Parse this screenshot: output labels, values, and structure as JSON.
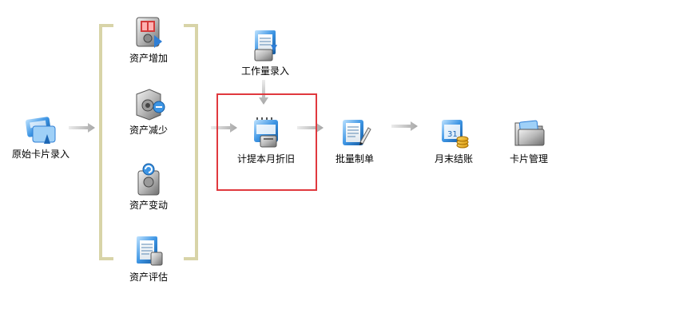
{
  "nodes": {
    "card_entry": {
      "label": "原始卡片录入",
      "icon": "card-upload-icon"
    },
    "asset_add": {
      "label": "资产增加",
      "icon": "safe-add-icon"
    },
    "asset_reduce": {
      "label": "资产减少",
      "icon": "safe-remove-icon"
    },
    "asset_change": {
      "label": "资产变动",
      "icon": "safe-change-icon"
    },
    "asset_evaluate": {
      "label": "资产评估",
      "icon": "clipboard-evaluate-icon"
    },
    "workload_entry": {
      "label": "工作量录入",
      "icon": "clipboard-download-icon"
    },
    "depreciation": {
      "label": "计提本月折旧",
      "icon": "calendar-month-icon"
    },
    "batch_voucher": {
      "label": "批量制单",
      "icon": "document-pen-icon"
    },
    "month_close": {
      "label": "月末结账",
      "icon": "calendar-coins-icon"
    },
    "card_manage": {
      "label": "卡片管理",
      "icon": "folder-cards-icon"
    }
  },
  "colors": {
    "highlight": "#e0393e",
    "bracket": "#d8d4a8",
    "arrow_light": "#e3e3e3",
    "arrow_dark": "#a9a9a9",
    "icon_blue": "#2f7fd6"
  }
}
